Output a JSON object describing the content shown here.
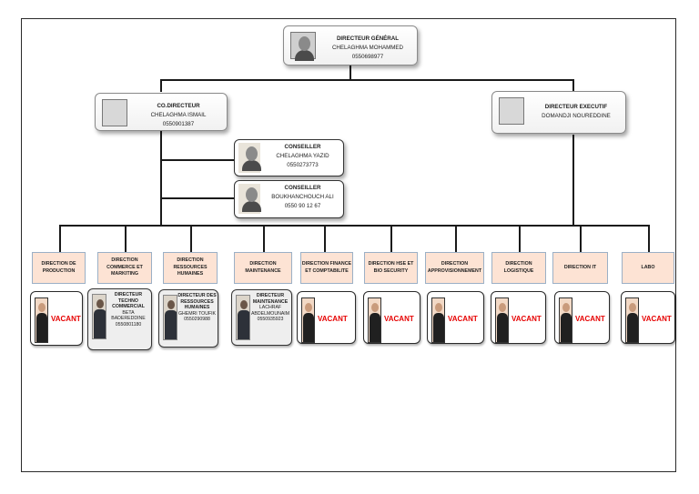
{
  "top": {
    "title": "DIRECTEUR GÉNÉRAL",
    "name": "CHELAGHMA MOHAMMED",
    "phone": "0550698977"
  },
  "co": {
    "title": "CO.DIRECTEUR",
    "name": "CHELAGHMA ISMAIL",
    "phone": "0550901387"
  },
  "exec": {
    "title": "DIRECTEUR EXECUTIF",
    "name": "DOMANDJI NOUREDDINE"
  },
  "advisors": [
    {
      "title": "CONSEILLER",
      "name": "CHELAGHMA YAZID",
      "phone": "0550273773"
    },
    {
      "title": "CONSEILLER",
      "name": "BOUKHANCHOUCH ALI",
      "phone": "0550 90 12 67"
    }
  ],
  "departments": [
    "DIRECTION DE PRODUCTION",
    "DIRECTION COMMERCE ET MARKITING",
    "DIRECTION RESSOURCES HUMAINES",
    "DIRECTION MAINTENANCE",
    "DIRECTION FINANCE ET COMPTABILITE",
    "DIRECTION HSE ET BIO SECURITY",
    "DIRECTION APPROVISIONNEMENT",
    "DIRECTION LOGISTIQUE",
    "DIRECTION IT",
    "LABO"
  ],
  "vacant_label": "VACANT",
  "leaders": [
    {
      "title": "DIRECTEUR TECHNO COMMERCIAL",
      "name": "BETA BADEREDDINE",
      "phone": "0550801180"
    },
    {
      "title": "DIRECTEUR DES RESSOURCES HUMAINES",
      "name": "GHEMRI TOUFIK",
      "phone": "0550290988"
    },
    {
      "title": "DIRECTEUR MAINTENANCE",
      "name": "LACHRAF ABDELMOUNAIM",
      "phone": "0550935923"
    }
  ]
}
